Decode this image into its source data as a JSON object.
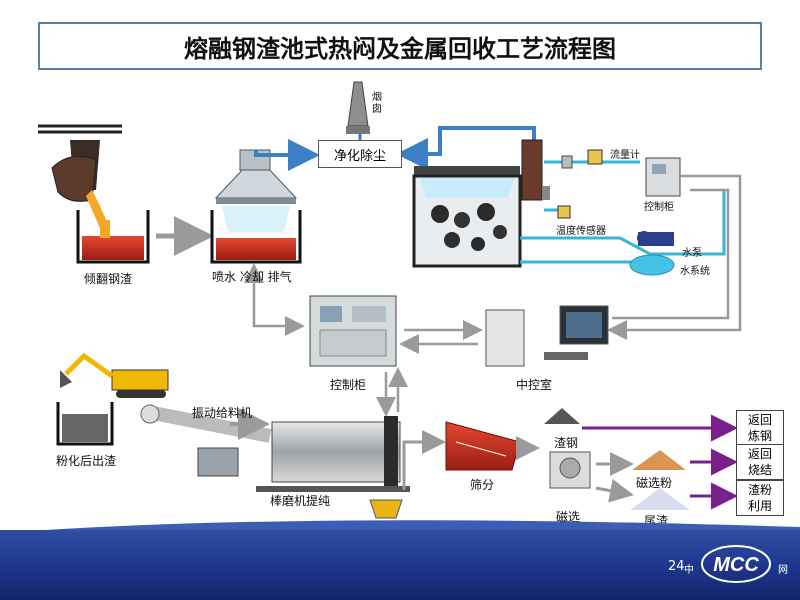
{
  "title": "熔融钢渣池式热闷及金属回收工艺流程图",
  "labels": {
    "chimney": "烟囱",
    "purify": "净化除尘",
    "flow_meter": "流量计",
    "control_cabinet_top": "控制柜",
    "temp_sensor": "温度传感器",
    "water_pump": "水泵",
    "water_system": "水系统",
    "tipping_slag": "倾翻钢渣",
    "spray_cool": "喷水 冷却 排气",
    "control_cabinet_mid": "控制柜",
    "central_control": "中控室",
    "pulverized_slag": "粉化后出渣",
    "vibrating_feeder": "振动给料机",
    "rod_mill": "棒磨机提纯",
    "screening": "筛分",
    "slag_steel": "渣钢",
    "magnetic_separation": "磁选",
    "magnetic_powder": "磁选粉",
    "tailings": "尾渣"
  },
  "outputs": {
    "return_steelmaking_1": "返回",
    "return_steelmaking_2": "炼钢",
    "return_sintering_1": "返回",
    "return_sintering_2": "烧结",
    "slag_use_1": "渣粉",
    "slag_use_2": "利用"
  },
  "footer": {
    "page_number": "24",
    "site_text_1": "中",
    "site_text_2": "网",
    "logo_text": "MCC"
  },
  "colors": {
    "title_border": "#5b7fa8",
    "water_line": "#36b6d6",
    "flue_line": "#3d7fc4",
    "grey_arrow": "#9a9a9a",
    "output_arrow": "#7a1f8c",
    "footer_blue": "#1c3388"
  }
}
